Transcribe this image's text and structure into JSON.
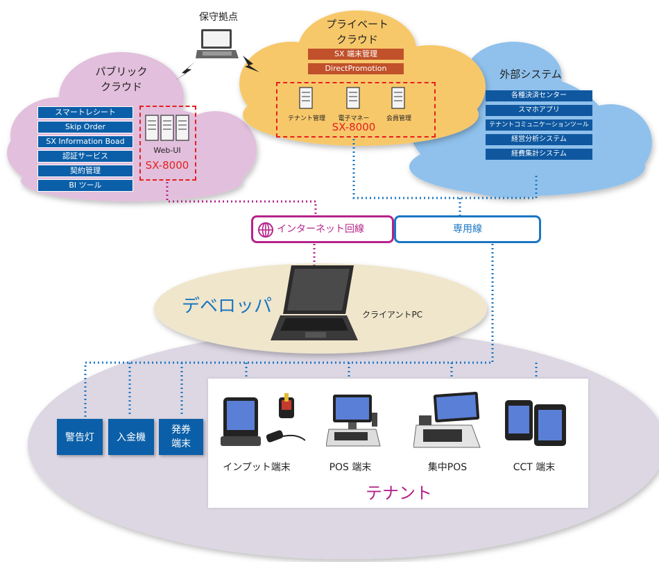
{
  "colors": {
    "public_cloud": "#e2bfdc",
    "private_cloud": "#f7c86a",
    "external_cloud": "#8fc1ec",
    "ellipse_large": "#dcd7e3",
    "ellipse_dev": "#f0e6cc",
    "magenta": "#b5238a",
    "blue": "#1a76c2",
    "navy": "#0b5fa8",
    "red": "#e41f1f"
  },
  "maintenance": {
    "label": "保守拠点"
  },
  "public_cloud": {
    "title_line1": "パブリック",
    "title_line2": "クラウド",
    "services": [
      "スマートレシート",
      "Skip Order",
      "SX Information Boad",
      "認証サービス",
      "契約管理",
      "BI ツール"
    ],
    "server_label": "Web-UI",
    "server_product": "SX-8000"
  },
  "private_cloud": {
    "title_line1": "プライベート",
    "title_line2": "クラウド",
    "services": [
      "SX 端末管理",
      "DirectPromotion"
    ],
    "servers": [
      "テナント管理",
      "電子マネー",
      "会員管理"
    ],
    "server_product": "SX-8000"
  },
  "external_cloud": {
    "title": "外部システム",
    "services": [
      "各種決済センター",
      "スマホアプリ",
      "テナントコミュニケーションツール",
      "経営分析システム",
      "経費集計システム"
    ]
  },
  "connections": {
    "internet": "インターネット回線",
    "dedicated": "専用線"
  },
  "developer": {
    "title": "デベロッパ",
    "pc_label": "クライアントPC"
  },
  "devices": {
    "warning_light": "警告灯",
    "cash_machine": "入金機",
    "ticket_line1": "発券",
    "ticket_line2": "端末"
  },
  "tenant": {
    "title": "テナント",
    "terminals": [
      "インプット端末",
      "POS 端末",
      "集中POS",
      "CCT 端末"
    ]
  }
}
